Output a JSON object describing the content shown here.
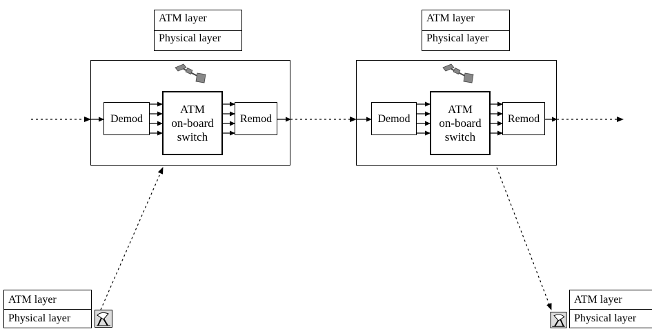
{
  "protocol_stack": {
    "atm_layer": "ATM layer",
    "physical_layer": "Physical layer"
  },
  "satellite": {
    "demod": "Demod",
    "switch_line1": "ATM",
    "switch_line2": "on-board",
    "switch_line3": "switch",
    "remod": "Remod"
  },
  "icons": {
    "satellite": "satellite-icon",
    "earth_station": "earth-station-icon"
  }
}
